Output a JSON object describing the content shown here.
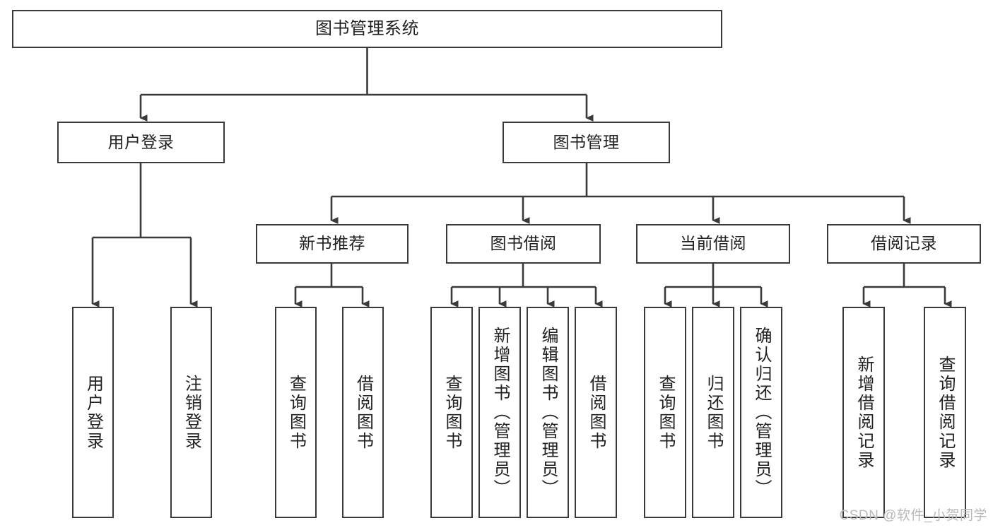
{
  "diagram": {
    "title": "图书管理系统",
    "type": "hierarchy-tree",
    "watermark": "CSDN @软件_小贺同学",
    "colors": {
      "box_border": "#3a3a3a",
      "box_fill": "#ffffff",
      "connector": "#3a3a3a",
      "text": "#222222",
      "watermark": "#b9b9b9"
    },
    "root": {
      "label": "图书管理系统"
    },
    "level2": [
      {
        "label": "用户登录"
      },
      {
        "label": "图书管理"
      }
    ],
    "level3": [
      {
        "label": "新书推荐"
      },
      {
        "label": "图书借阅"
      },
      {
        "label": "当前借阅"
      },
      {
        "label": "借阅记录"
      }
    ],
    "leaves": {
      "user_login": [
        {
          "label": "用户登录"
        },
        {
          "label": "注销登录"
        }
      ],
      "new_book_recommend": [
        {
          "label": "查询图书"
        },
        {
          "label": "借阅图书"
        }
      ],
      "book_borrow": [
        {
          "label": "查询图书"
        },
        {
          "label": "新增图书（管理员）"
        },
        {
          "label": "编辑图书（管理员）"
        },
        {
          "label": "借阅图书"
        }
      ],
      "current_borrow": [
        {
          "label": "查询图书"
        },
        {
          "label": "归还图书"
        },
        {
          "label": "确认归还（管理员）"
        }
      ],
      "borrow_records": [
        {
          "label": "新增借阅记录"
        },
        {
          "label": "查询借阅记录"
        }
      ]
    }
  }
}
